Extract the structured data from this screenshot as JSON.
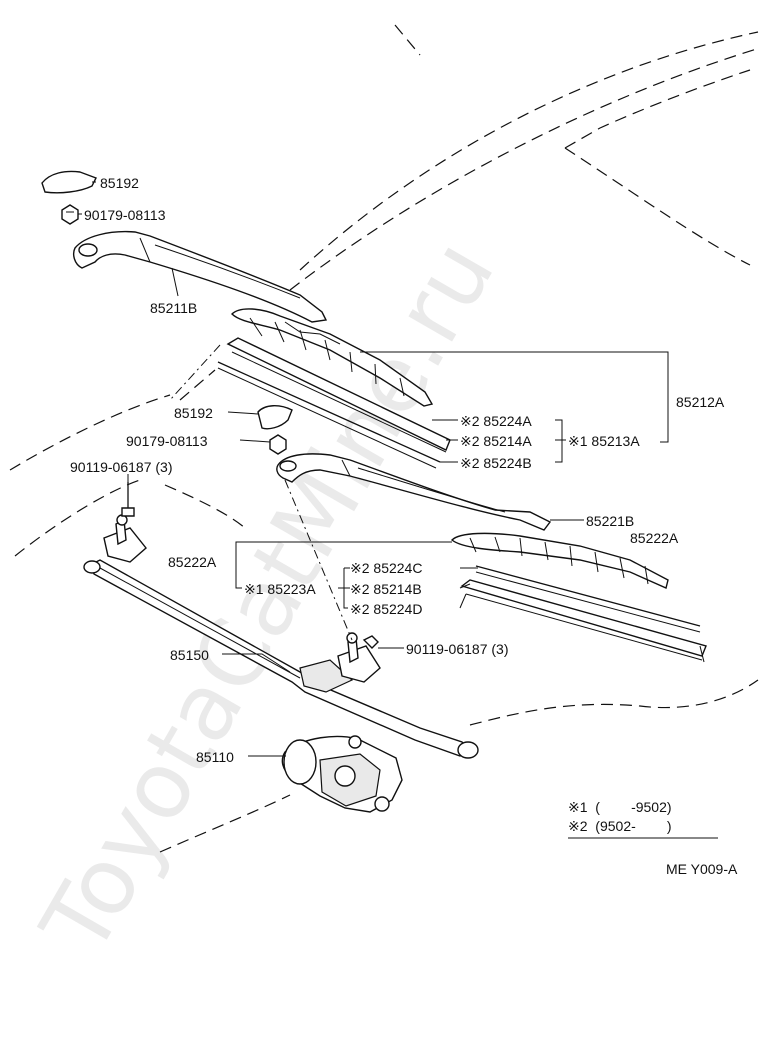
{
  "watermark": "ToyotaCatMine.ru",
  "diagram_code": "ME Y009-A",
  "callouts": {
    "c85192_top": "85192",
    "c90179_top": "90179-08113",
    "c85211B": "85211B",
    "c85212A": "85212A",
    "c85224A_top": "※2  85224A",
    "c85214A": "※2  85214A",
    "c85213A": "※1  85213A",
    "c85224B": "※2  85224B",
    "c85192_mid": "85192",
    "c90179_mid": "90179-08113",
    "c90119_left": "90119-06187 (3)",
    "c85221B": "85221B",
    "c85222A_right": "85222A",
    "c85222A_left": "85222A",
    "c85223A": "※1  85223A",
    "c85224C": "※2  85224C",
    "c85214B": "※2  85214B",
    "c85224D": "※2  85224D",
    "c90119_right": "90119-06187 (3)",
    "c85150": "85150",
    "c85110": "85110"
  },
  "notes": {
    "n1": "※1  (        -9502)",
    "n2": "※2  (9502-        )"
  }
}
